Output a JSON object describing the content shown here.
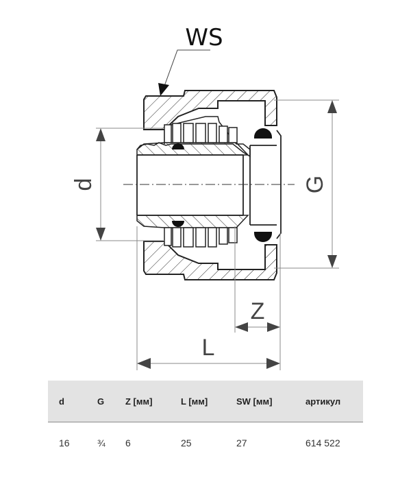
{
  "drawing": {
    "title": "Fitting cross-section",
    "callout_label": "WS",
    "dimension_labels": {
      "d": "d",
      "G": "G",
      "Z": "Z",
      "L": "L"
    }
  },
  "spec_table": {
    "headers": [
      "d",
      "G",
      "Z [мм]",
      "L [мм]",
      "SW [мм]",
      "артикул"
    ],
    "rows": [
      [
        "16",
        "¾",
        "6",
        "25",
        "27",
        "614 522"
      ]
    ]
  }
}
